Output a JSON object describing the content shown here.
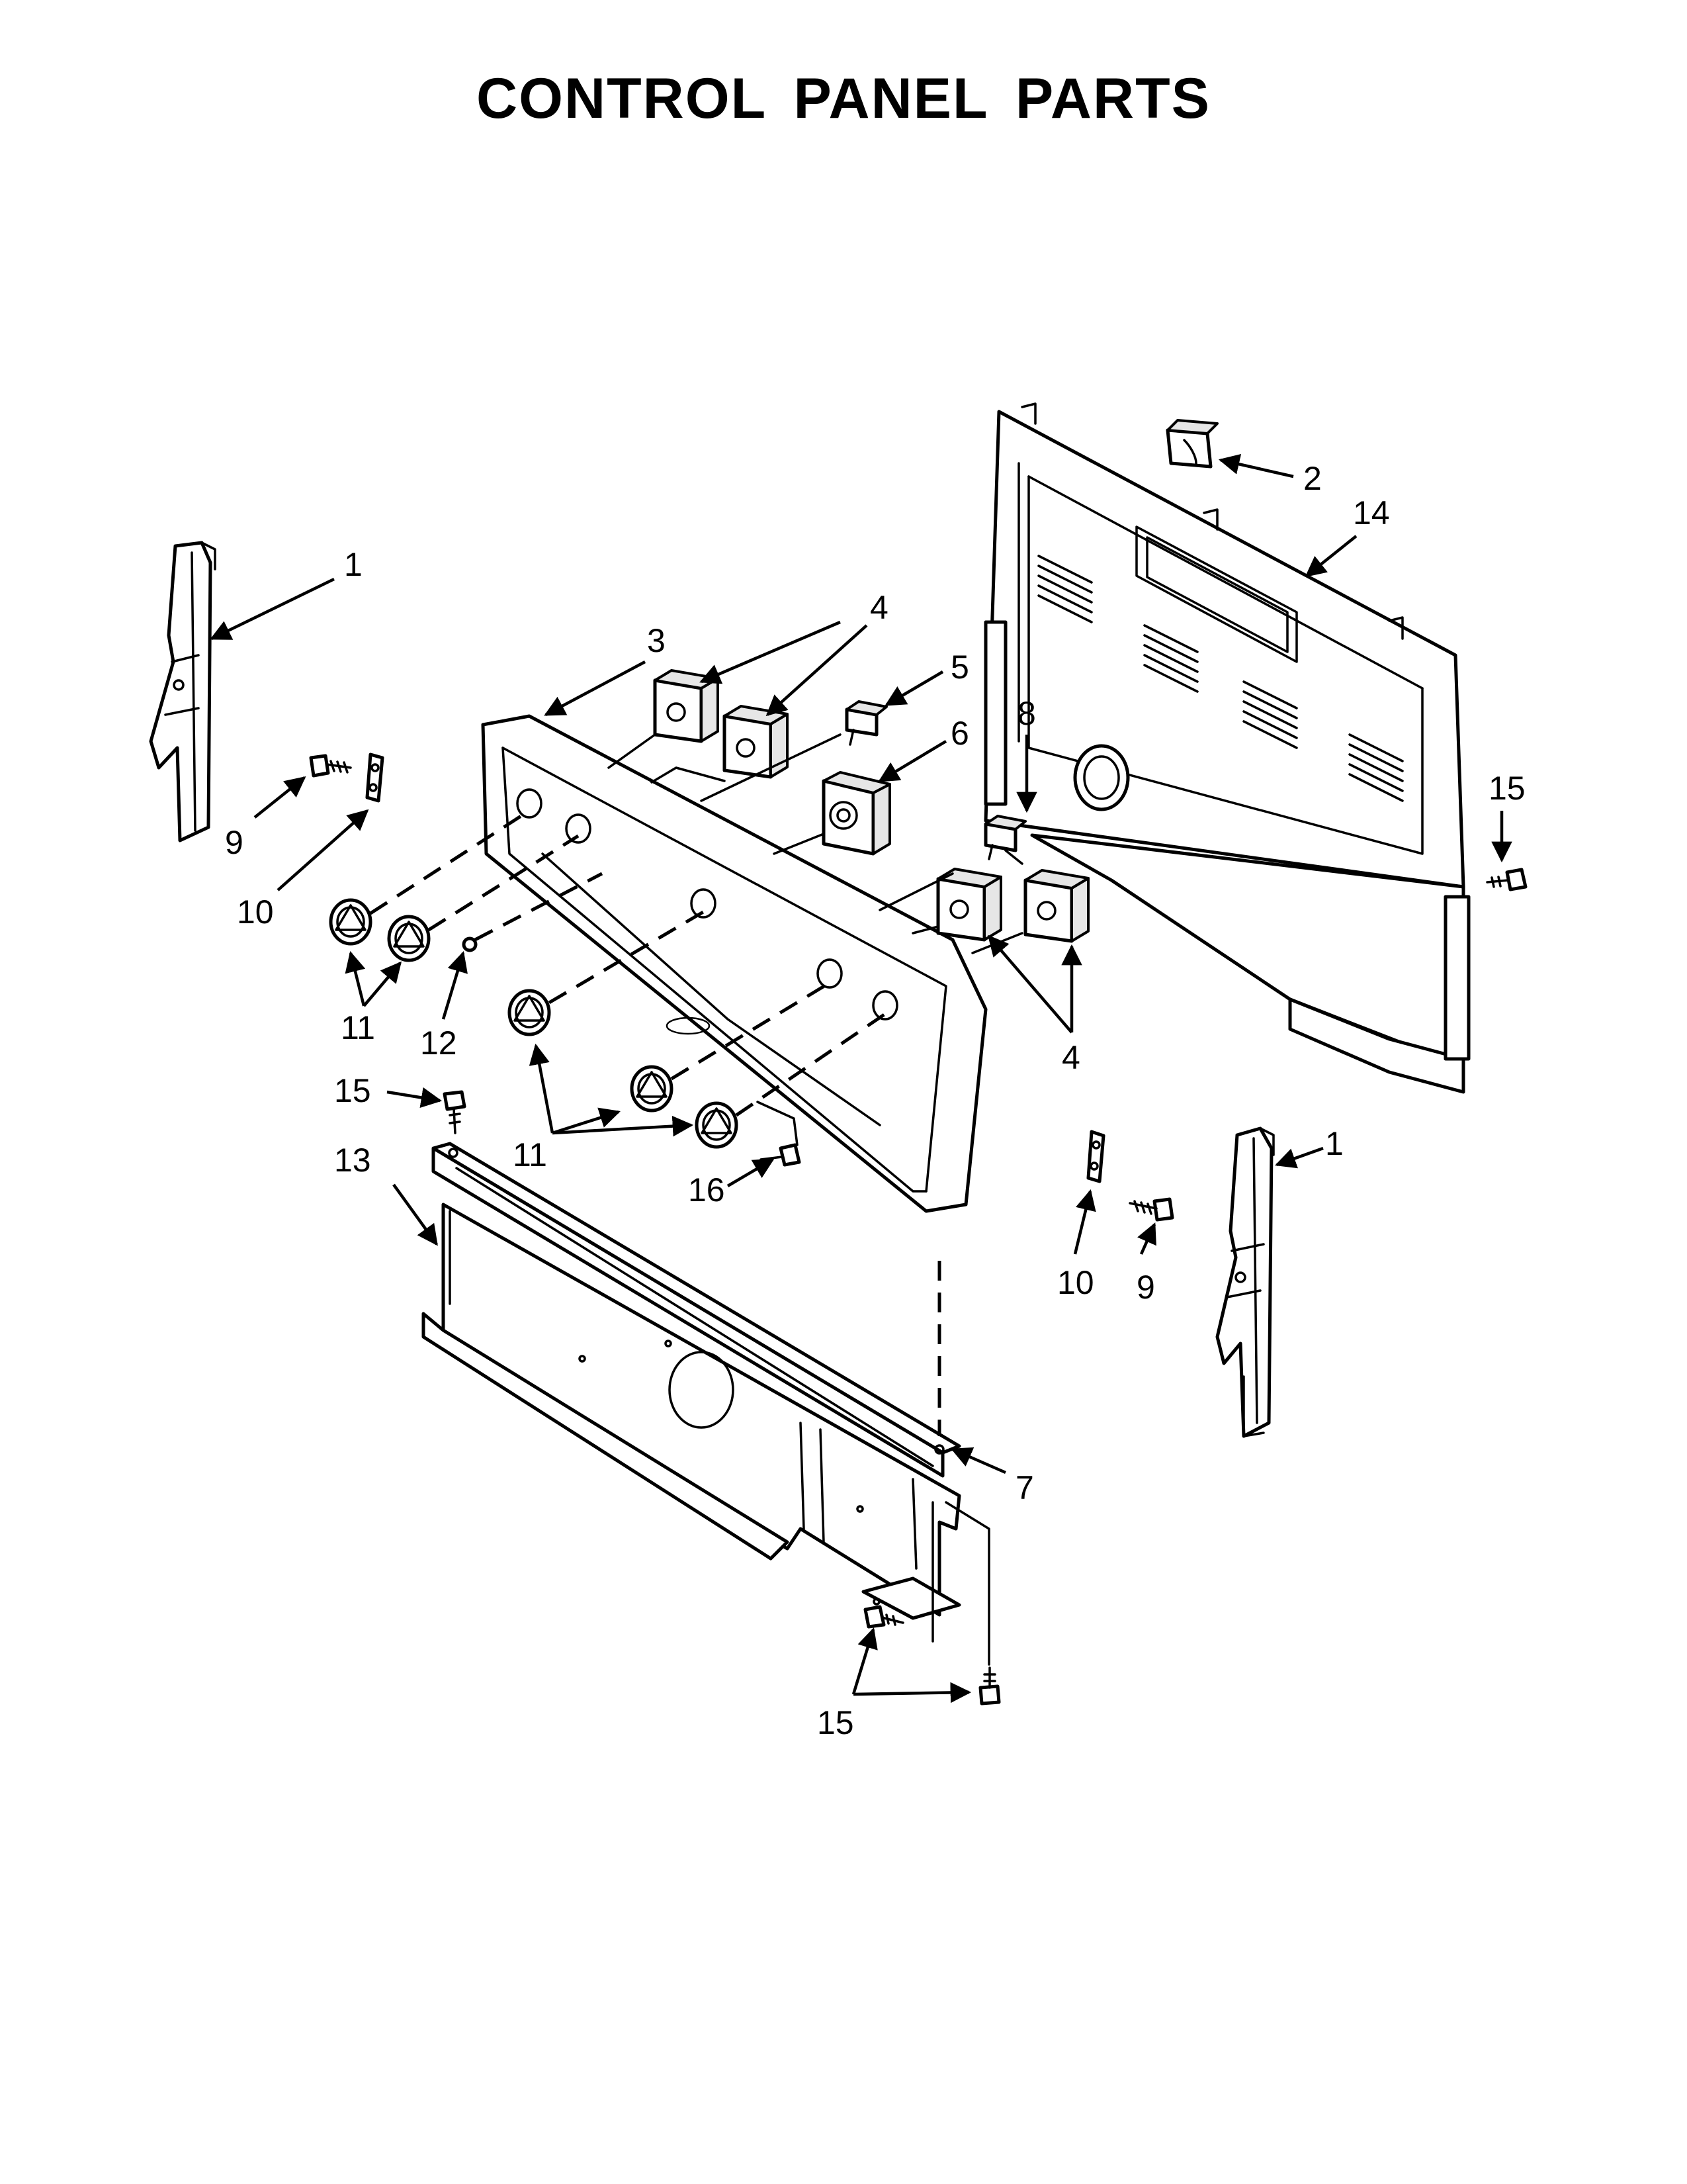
{
  "title": "CONTROL PANEL PARTS",
  "callouts": [
    "1",
    "2",
    "3",
    "4",
    "5",
    "6",
    "8",
    "14",
    "15",
    "9",
    "10",
    "11",
    "12",
    "4",
    "15",
    "13",
    "11",
    "16",
    "1",
    "10",
    "9",
    "7",
    "15"
  ]
}
